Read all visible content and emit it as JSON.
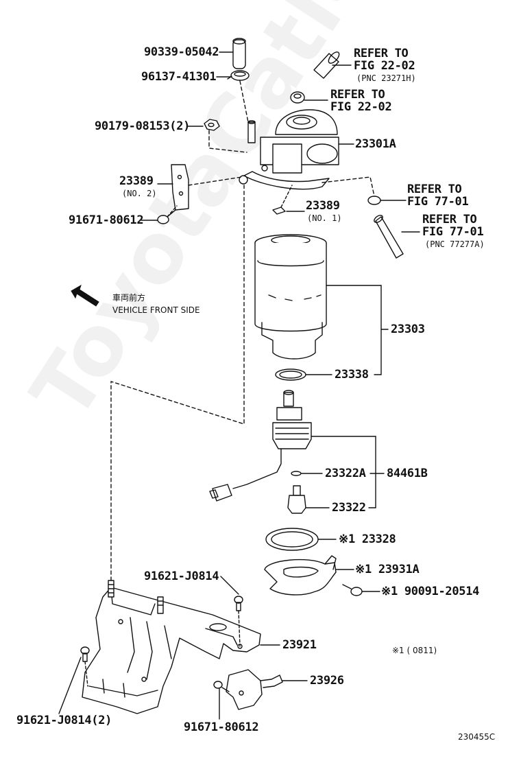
{
  "watermark": "ToyotaCatMine.ru",
  "parts": {
    "p90339": "90339-05042",
    "p96137": "96137-41301",
    "p90179": "90179-08153(2)",
    "p23389no2": "23389",
    "p23389no2_sub": "(NO. 2)",
    "p91671a": "91671-80612",
    "p23301a": "23301A",
    "p23389no1": "23389",
    "p23389no1_sub": "(NO. 1)",
    "p23303": "23303",
    "p23338": "23338",
    "p23322a": "23322A",
    "p84461b": "84461B",
    "p23322": "23322",
    "p23328": "※1 23328",
    "p23931a": "※1 23931A",
    "p90091": "※1 90091-20514",
    "p91621a": "91621-J0814",
    "p23921": "23921",
    "p23926": "23926",
    "p91621b": "91621-J0814(2)",
    "p91671b": "91671-80612"
  },
  "refers": {
    "r1_line1": "REFER TO",
    "r1_line2": "FIG 22-02",
    "r1_sub": "(PNC 23271H)",
    "r2_line1": "REFER TO",
    "r2_line2": "FIG 22-02",
    "r3_line1": "REFER TO",
    "r3_line2": "FIG 77-01",
    "r4_line1": "REFER TO",
    "r4_line2": "FIG 77-01",
    "r4_sub": "(PNC 77277A)"
  },
  "direction": {
    "jp": "車両前方",
    "en": "VEHICLE FRONT SIDE"
  },
  "footnote": "※1 (        0811)",
  "figure_code": "230455C"
}
